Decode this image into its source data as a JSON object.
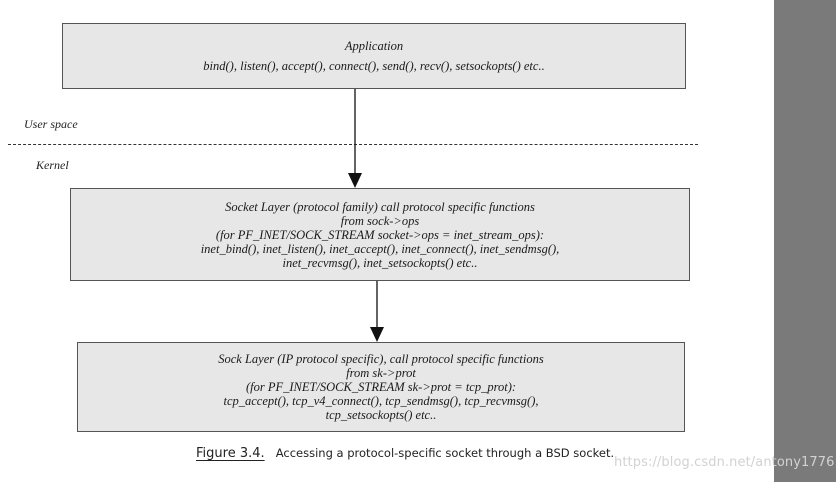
{
  "application": {
    "title": "Application",
    "functions": "bind(), listen(), accept(), connect(), send(), recv(), setsockopts() etc.."
  },
  "labels": {
    "user_space": "User space",
    "kernel": "Kernel"
  },
  "socket_layer": {
    "line1": "Socket Layer (protocol family) call protocol specific functions",
    "line2": "from sock->ops",
    "line3": "(for PF_INET/SOCK_STREAM socket->ops = inet_stream_ops):",
    "line4": "inet_bind(), inet_listen(), inet_accept(), inet_connect(), inet_sendmsg(),",
    "line5": "inet_recvmsg(), inet_setsockopts() etc.."
  },
  "sock_layer": {
    "line1": "Sock Layer (IP protocol specific), call protocol specific functions",
    "line2": "from sk->prot",
    "line3": "(for PF_INET/SOCK_STREAM sk->prot  = tcp_prot):",
    "line4": "tcp_accept(), tcp_v4_connect(), tcp_sendmsg(), tcp_recvmsg(),",
    "line5": "tcp_setsockopts() etc.."
  },
  "caption": {
    "number": "Figure 3.4.",
    "text": "Accessing a protocol-specific socket through a BSD socket."
  },
  "watermark": "https://blog.csdn.net/antony1776",
  "colors": {
    "box_fill": "#e7e7e7",
    "box_border": "#555555",
    "sidebar": "#7a7a7a"
  }
}
